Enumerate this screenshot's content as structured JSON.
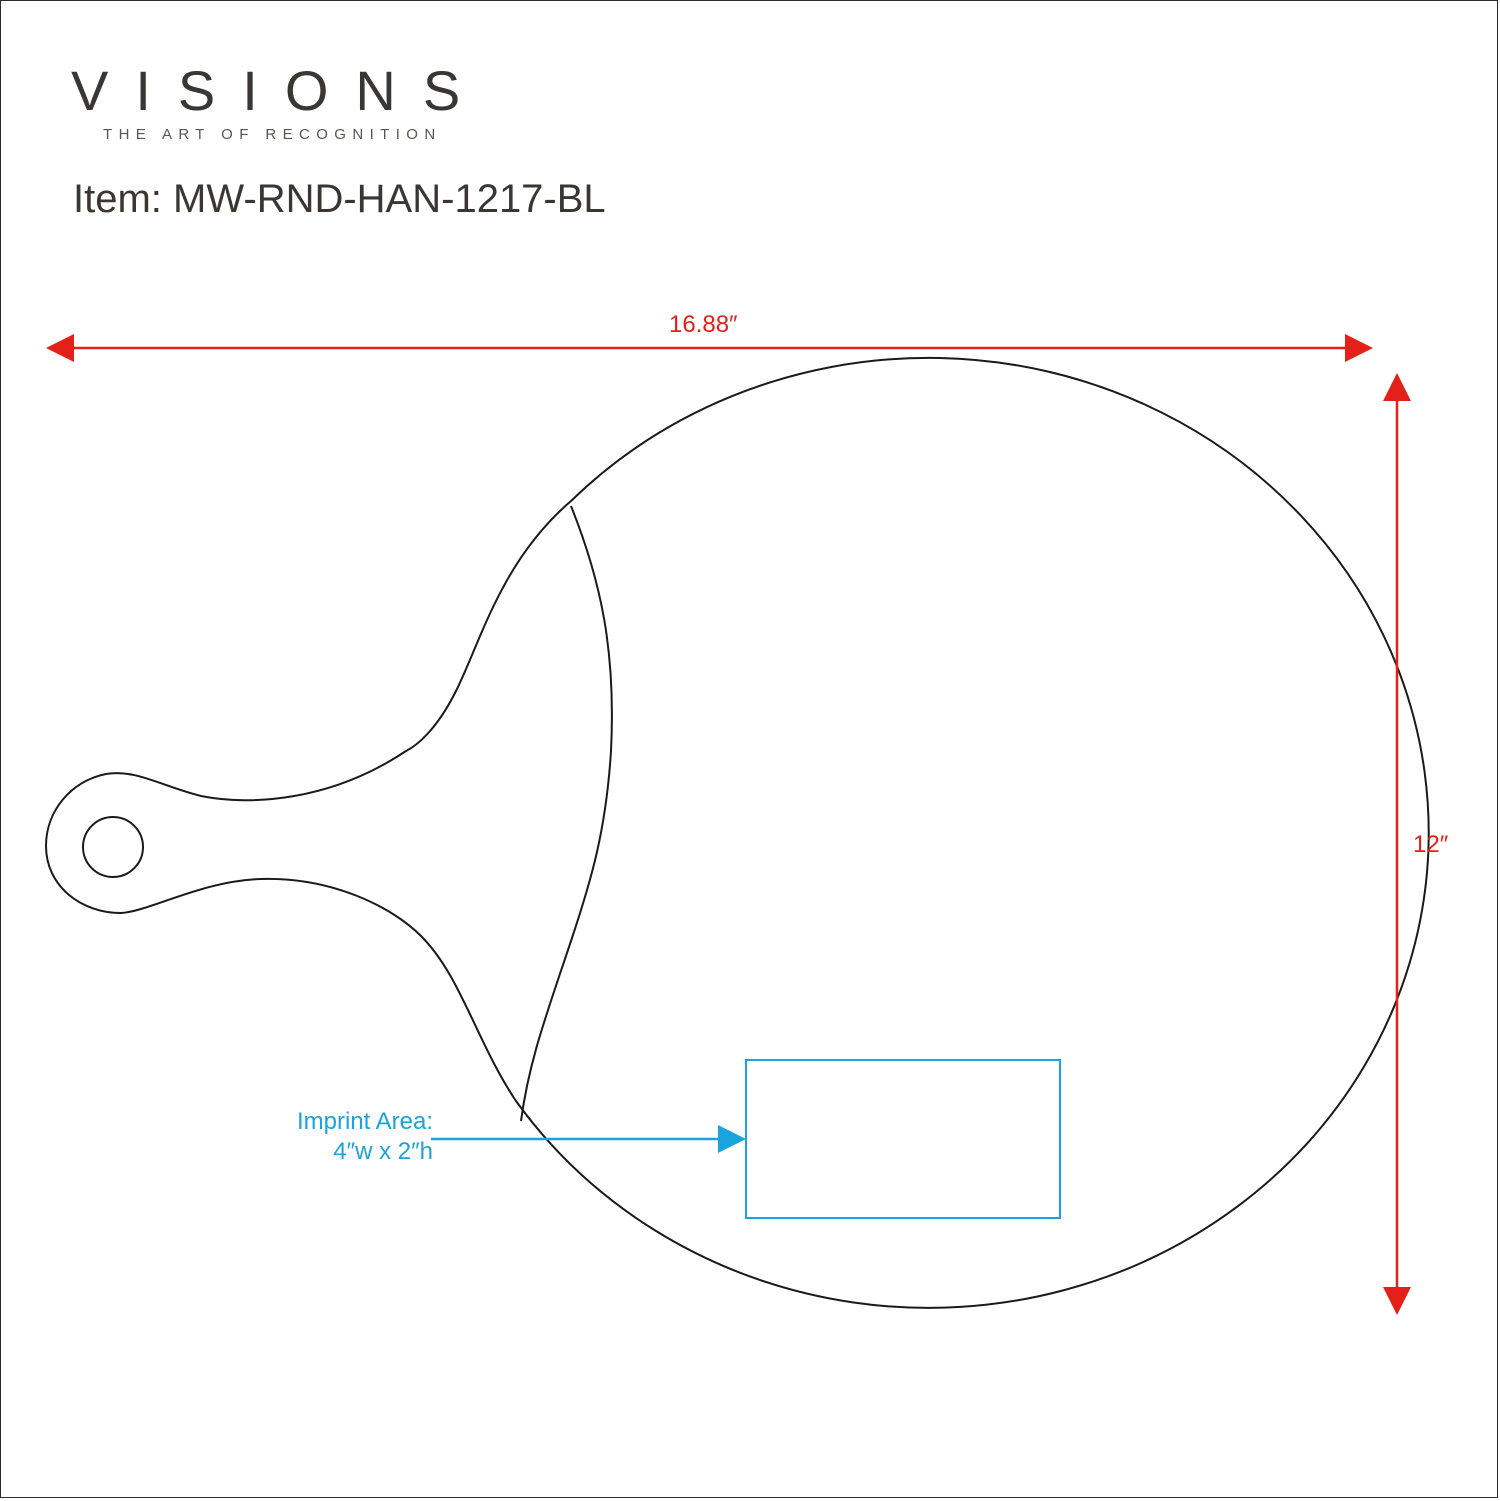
{
  "brand": {
    "name": "VISIONS",
    "tagline": "THE ART OF RECOGNITION"
  },
  "item": {
    "title": "Item: MW-RND-HAN-1217-BL"
  },
  "dimensions": {
    "width_label": "16.88″",
    "height_label": "12″"
  },
  "imprint": {
    "line1": "Imprint Area:",
    "line2": "4″w x 2″h"
  },
  "colors": {
    "outline": "#1a1a1a",
    "dimension": "#e32119",
    "imprint": "#1aa3dc",
    "text": "#3a3632"
  }
}
